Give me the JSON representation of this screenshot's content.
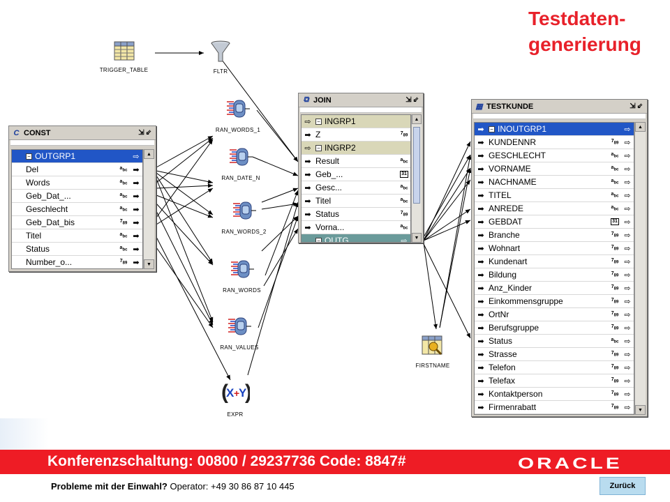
{
  "title": "Testdaten-\ngenerierung",
  "title_line1": "Testdaten-",
  "title_line2": "generierung",
  "colors": {
    "accent": "#ee1c25",
    "selection": "#2156c6"
  },
  "nodes": {
    "trigger_table": {
      "label": "TRIGGER_TABLE",
      "icon": "table-icon"
    },
    "fltr": {
      "label": "FLTR",
      "icon": "funnel-icon"
    },
    "ran_words_1": {
      "label": "RAN_WORDS_1",
      "icon": "sequence-generator-icon"
    },
    "ran_date_n": {
      "label": "RAN_DATE_N",
      "icon": "sequence-generator-icon"
    },
    "ran_words_2": {
      "label": "RAN_WORDS_2",
      "icon": "sequence-generator-icon"
    },
    "ran_words": {
      "label": "RAN_WORDS",
      "icon": "sequence-generator-icon"
    },
    "ran_values": {
      "label": "RAN_VALUES",
      "icon": "sequence-generator-icon"
    },
    "expr": {
      "label": "EXPR",
      "icon": "expression-icon"
    },
    "firstname": {
      "label": "FIRSTNAME",
      "icon": "lookup-table-icon"
    }
  },
  "const_panel": {
    "title": "CONST",
    "group": "OUTGRP1",
    "rows": [
      {
        "name": "Del",
        "type": "abc"
      },
      {
        "name": "Words",
        "type": "abc"
      },
      {
        "name": "Geb_Dat_...",
        "type": "abc"
      },
      {
        "name": "Geschlecht",
        "type": "abc"
      },
      {
        "name": "Geb_Dat_bis",
        "type": "789"
      },
      {
        "name": "Titel",
        "type": "abc"
      },
      {
        "name": "Status",
        "type": "abc"
      },
      {
        "name": "Number_o...",
        "type": "789"
      }
    ]
  },
  "join_panel": {
    "title": "JOIN",
    "group1": "INGRP1",
    "group1_rows": [
      {
        "name": "Z",
        "type": "789"
      }
    ],
    "group2": "INGRP2",
    "group2_rows": [
      {
        "name": "Result",
        "type": "abc"
      },
      {
        "name": "Geb_...",
        "type": "31"
      },
      {
        "name": "Gesc...",
        "type": "abc"
      },
      {
        "name": "Titel",
        "type": "abc"
      },
      {
        "name": "Status",
        "type": "789"
      },
      {
        "name": "Vorna...",
        "type": "abc"
      }
    ],
    "group3": "OUTG"
  },
  "testkunde_panel": {
    "title": "TESTKUNDE",
    "group": "INOUTGRP1",
    "rows": [
      {
        "name": "KUNDENNR",
        "type": "789"
      },
      {
        "name": "GESCHLECHT",
        "type": "abc"
      },
      {
        "name": "VORNAME",
        "type": "abc"
      },
      {
        "name": "NACHNAME",
        "type": "abc"
      },
      {
        "name": "TITEL",
        "type": "abc"
      },
      {
        "name": "ANREDE",
        "type": "abc"
      },
      {
        "name": "GEBDAT",
        "type": "31"
      },
      {
        "name": "Branche",
        "type": "789"
      },
      {
        "name": "Wohnart",
        "type": "789"
      },
      {
        "name": "Kundenart",
        "type": "789"
      },
      {
        "name": "Bildung",
        "type": "789"
      },
      {
        "name": "Anz_Kinder",
        "type": "789"
      },
      {
        "name": "Einkommensgruppe",
        "type": "789"
      },
      {
        "name": "OrtNr",
        "type": "789"
      },
      {
        "name": "Berufsgruppe",
        "type": "789"
      },
      {
        "name": "Status",
        "type": "abc"
      },
      {
        "name": "Strasse",
        "type": "789"
      },
      {
        "name": "Telefon",
        "type": "789"
      },
      {
        "name": "Telefax",
        "type": "789"
      },
      {
        "name": "Kontaktperson",
        "type": "789"
      },
      {
        "name": "Firmenrabatt",
        "type": "789"
      }
    ]
  },
  "banner": {
    "conference": "Konferenzschaltung: 00800 / 29237736  Code: 8847#",
    "logo": "ORACLE"
  },
  "footer": {
    "question": "Probleme mit der Einwahl?",
    "operator": " Operator: +49 30 86 87 10 445",
    "back_label": "Zurück"
  }
}
